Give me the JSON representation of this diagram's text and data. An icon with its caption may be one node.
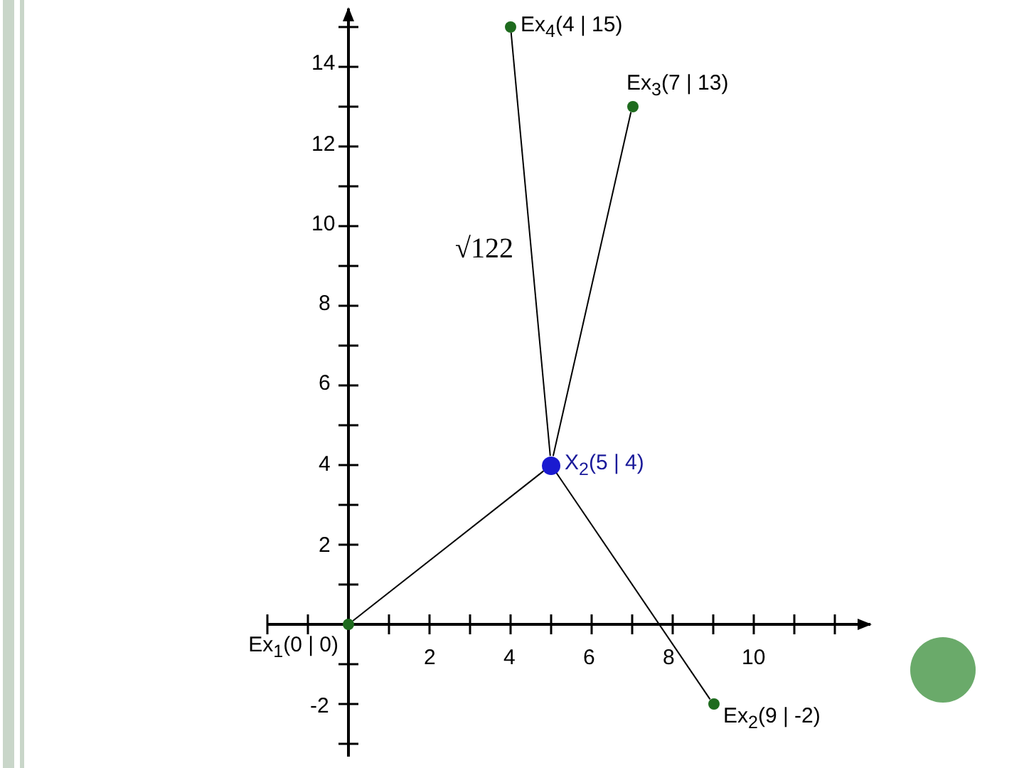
{
  "diagram": {
    "nodes": [
      {
        "text": [
          "Ex$_{4}$(4 | 15)"
        ]
      },
      {
        "text": [
          "Ex$_{3}$(7 | 13)"
        ]
      },
      {
        "text": [
          "X$_{2}$(5 | 4)"
        ]
      },
      {
        "text": [
          "Ex$_{1}$(0 | 0)"
        ]
      },
      {
        "text": [
          "Ex$_{2}$(9 | -2)"
        ]
      }
    ],
    "edges": [
      {
        "from": 2,
        "to": 0,
        "arrow": "none"
      },
      {
        "from": 2,
        "to": 1,
        "arrow": "none"
      },
      {
        "from": 2,
        "to": 3,
        "arrow": "none"
      },
      {
        "from": 2,
        "to": 4,
        "arrow": "none"
      }
    ],
    "labels": [
      "14",
      "12",
      "10",
      "√122",
      "8",
      "6",
      "4",
      "2",
      "2",
      "4",
      "6",
      "8",
      "10",
      "-2"
    ]
  }
}
